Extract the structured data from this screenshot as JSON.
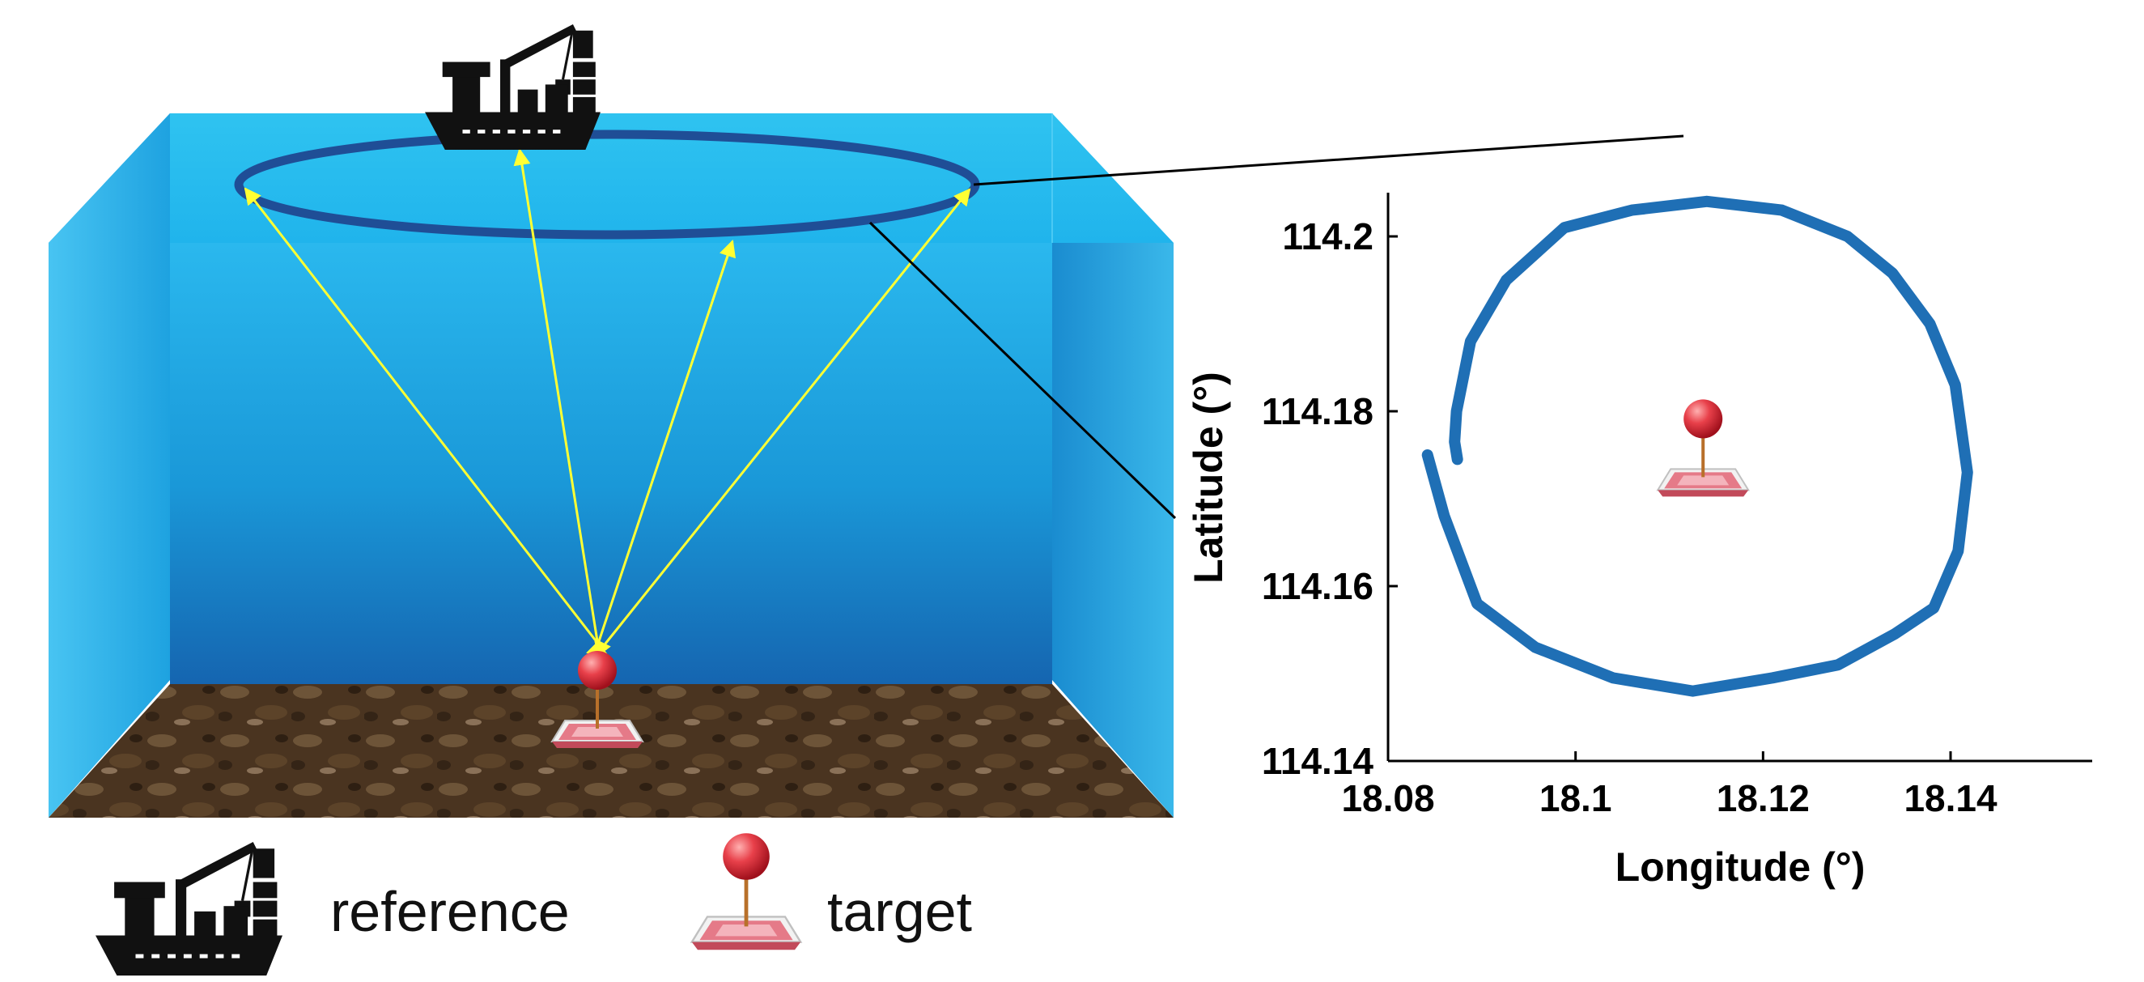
{
  "legend": {
    "reference_label": "reference",
    "target_label": "target"
  },
  "icons": {
    "reference": "cargo-ship-crane-icon",
    "target": "red-pin-on-seabed-transponder-icon"
  },
  "colors": {
    "water_top": "#2fc3f0",
    "water_bottom": "#1565b0",
    "seabed": "#4a3420",
    "signal_path": "#ffff33",
    "trajectory": "#1f6fb5",
    "target_ball": "#e0303a"
  },
  "chart_data": {
    "type": "line",
    "title": "",
    "xlabel": "Longitude (°)",
    "ylabel": "Latitude (°)",
    "xlim": [
      18.08,
      18.14
    ],
    "ylim": [
      114.14,
      114.205
    ],
    "xticks": [
      "18.08",
      "18.1",
      "18.12",
      "18.14"
    ],
    "yticks": [
      "114.14",
      "114.16",
      "114.18",
      "114.2"
    ],
    "grid": false,
    "series": [
      {
        "x": [
          18.0874,
          18.0871,
          18.0873,
          18.0888,
          18.0926,
          18.0988,
          18.106,
          18.114,
          18.122,
          18.129,
          18.1338,
          18.1378,
          18.1405,
          18.1418,
          18.1408,
          18.1382,
          18.134,
          18.128,
          18.121,
          18.1125,
          18.104,
          18.0957,
          18.0895,
          18.086,
          18.0842
        ],
        "y": [
          114.1745,
          114.1765,
          114.18,
          114.188,
          114.195,
          114.201,
          114.203,
          114.204,
          114.203,
          114.2,
          114.1958,
          114.19,
          114.183,
          114.173,
          114.164,
          114.1575,
          114.1545,
          114.151,
          114.1495,
          114.148,
          114.1495,
          114.153,
          114.158,
          114.168,
          114.175
        ]
      }
    ],
    "target_marker": {
      "x": 18.1136,
      "y": 114.1745
    }
  }
}
